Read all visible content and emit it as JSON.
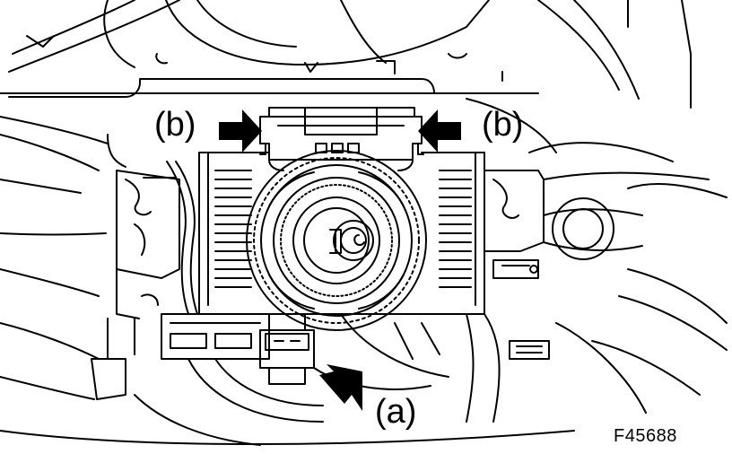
{
  "labels": {
    "callout_a": "(a)",
    "callout_b_left": "(b)",
    "callout_b_right": "(b)"
  },
  "figure_code": "F45688",
  "colors": {
    "line": "#000000",
    "background": "#ffffff"
  }
}
